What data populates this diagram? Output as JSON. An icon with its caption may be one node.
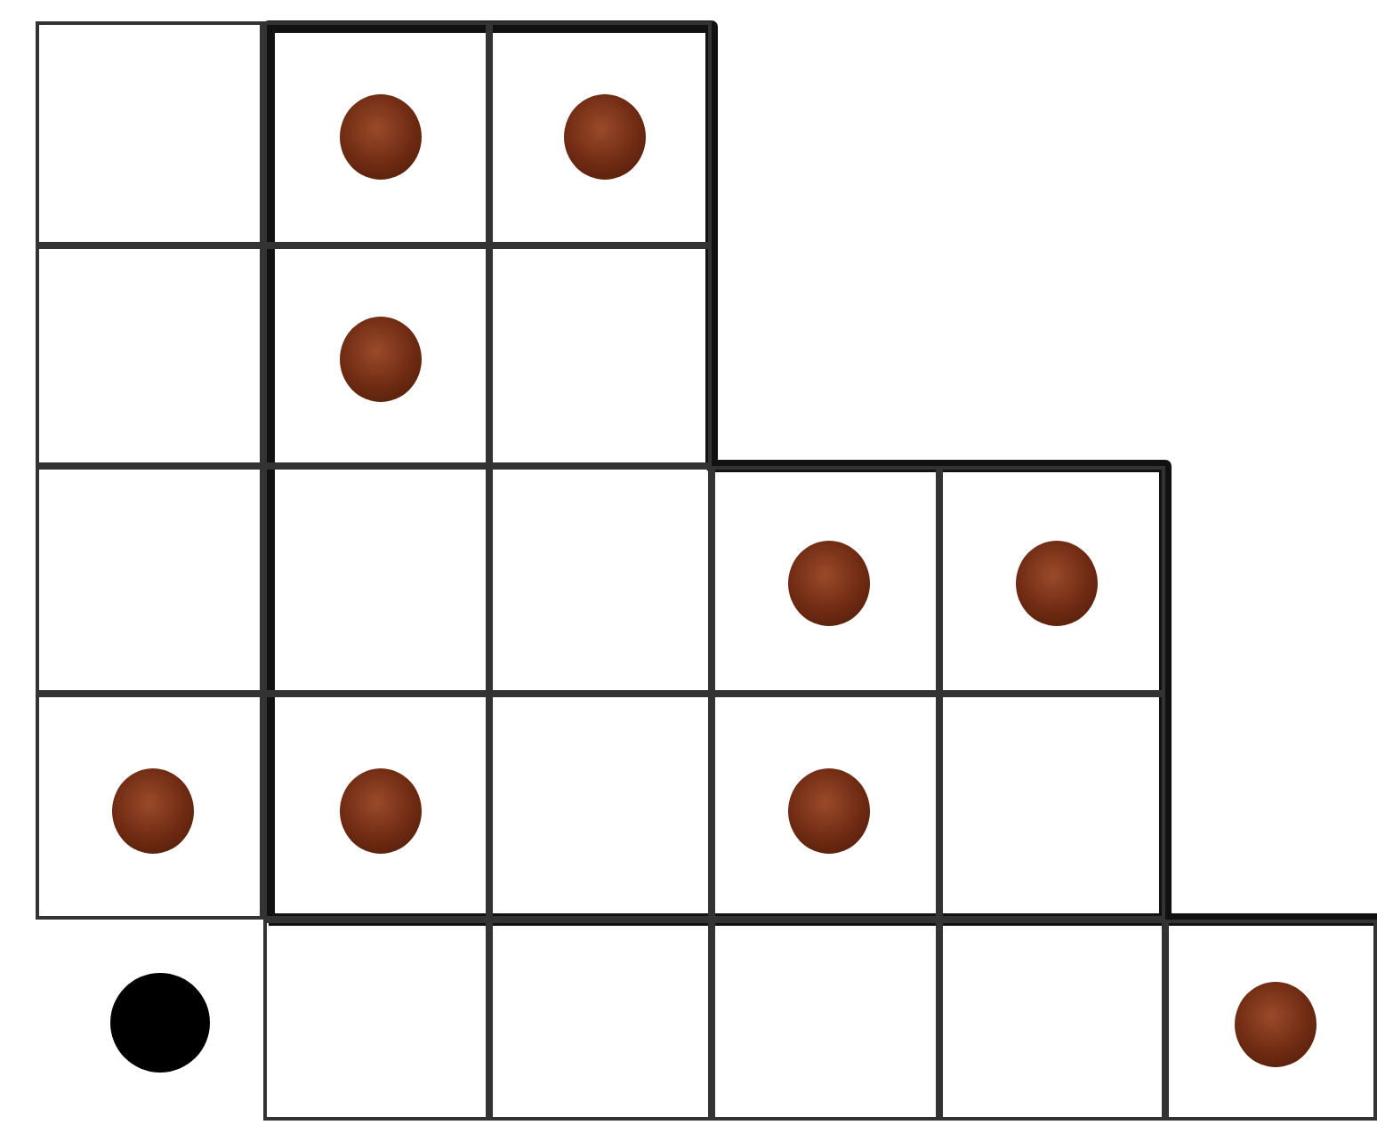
{
  "diagram": {
    "nodes": [
      {
        "text": [],
        "shape": "region"
      },
      {
        "text": [],
        "shape": "box"
      },
      {
        "text": [],
        "shape": "box",
        "in": 0
      },
      {
        "text": [],
        "shape": "circle",
        "in": 2
      },
      {
        "text": [],
        "shape": "box",
        "in": 0
      },
      {
        "text": [],
        "shape": "circle",
        "in": 4
      },
      {
        "text": [],
        "shape": "box"
      },
      {
        "text": [],
        "shape": "box",
        "in": 0
      },
      {
        "text": [],
        "shape": "circle",
        "in": 7
      },
      {
        "text": [],
        "shape": "box",
        "in": 0
      },
      {
        "text": [],
        "shape": "box"
      },
      {
        "text": [],
        "shape": "box",
        "in": 0
      },
      {
        "text": [],
        "shape": "box",
        "in": 0
      },
      {
        "text": [],
        "shape": "box",
        "in": 0
      },
      {
        "text": [],
        "shape": "circle",
        "in": 13
      },
      {
        "text": [],
        "shape": "box",
        "in": 0
      },
      {
        "text": [],
        "shape": "circle",
        "in": 15
      },
      {
        "text": [],
        "shape": "box"
      },
      {
        "text": [],
        "shape": "circle",
        "in": 17
      },
      {
        "text": [],
        "shape": "box",
        "in": 0
      },
      {
        "text": [],
        "shape": "circle",
        "in": 19
      },
      {
        "text": [],
        "shape": "box",
        "in": 0
      },
      {
        "text": [],
        "shape": "box",
        "in": 0
      },
      {
        "text": [],
        "shape": "circle",
        "in": 22
      },
      {
        "text": [],
        "shape": "box",
        "in": 0
      },
      {
        "text": [],
        "shape": "dot"
      },
      {
        "text": [],
        "shape": "box"
      },
      {
        "text": [],
        "shape": "box"
      },
      {
        "text": [],
        "shape": "box"
      },
      {
        "text": [],
        "shape": "box"
      },
      {
        "text": [],
        "shape": "box"
      },
      {
        "text": [],
        "shape": "circle",
        "in": 30
      }
    ]
  }
}
